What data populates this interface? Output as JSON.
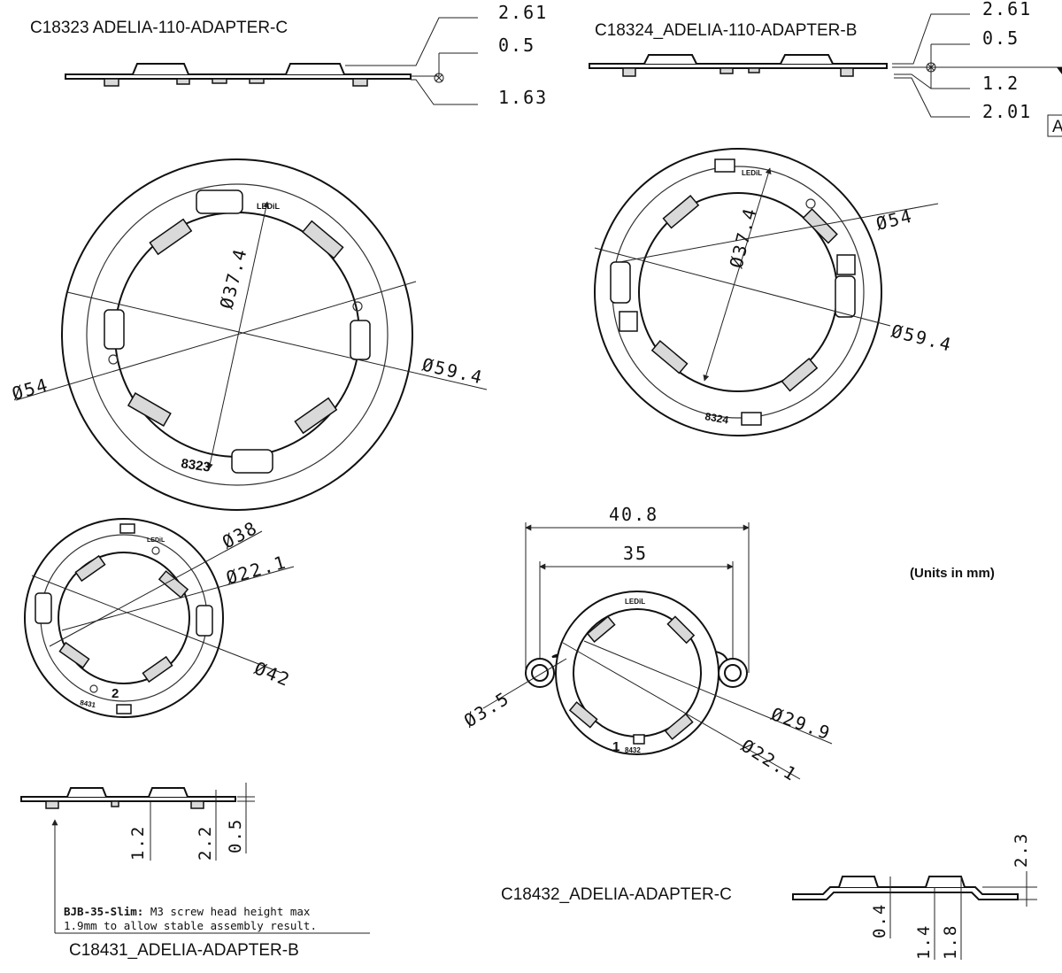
{
  "diagrams": {
    "c18323": {
      "title": "C18323  ADELIA-110-ADAPTER-C",
      "side_dims": [
        "2.61",
        "0.5",
        "1.63"
      ],
      "top_dims": [
        "Ø37.4",
        "Ø54",
        "Ø59.4"
      ],
      "part_marks": [
        "LEDiL",
        "8323"
      ]
    },
    "c18324": {
      "title": "C18324_ADELIA-110-ADAPTER-B",
      "side_dims": [
        "2.61",
        "0.5",
        "1.2",
        "2.01"
      ],
      "datum": "A",
      "top_dims": [
        "Ø37.4",
        "Ø54",
        "Ø59.4"
      ],
      "part_marks": [
        "LEDiL",
        "8324"
      ]
    },
    "c18431": {
      "title": "C18431_ADELIA-ADAPTER-B",
      "top_dims": [
        "Ø38",
        "Ø22.1",
        "Ø42"
      ],
      "side_dims": [
        "1.2",
        "2.2",
        "0.5"
      ],
      "part_marks": [
        "LEDiL",
        "2",
        "8431"
      ],
      "note_bold": "BJB-35-Slim:",
      "note_line1": " M3 screw head height max",
      "note_line2": "1.9mm to allow stable assembly result."
    },
    "c18432": {
      "title": "C18432_ADELIA-ADAPTER-C",
      "top_dims": [
        "40.8",
        "35",
        "Ø3.5",
        "Ø29.9",
        "Ø22.1"
      ],
      "side_dims": [
        "2.3",
        "0.4",
        "1.4",
        "1.8"
      ],
      "part_marks": [
        "LEDiL",
        "1",
        "8432"
      ]
    }
  },
  "units_note": "(Units in mm)"
}
